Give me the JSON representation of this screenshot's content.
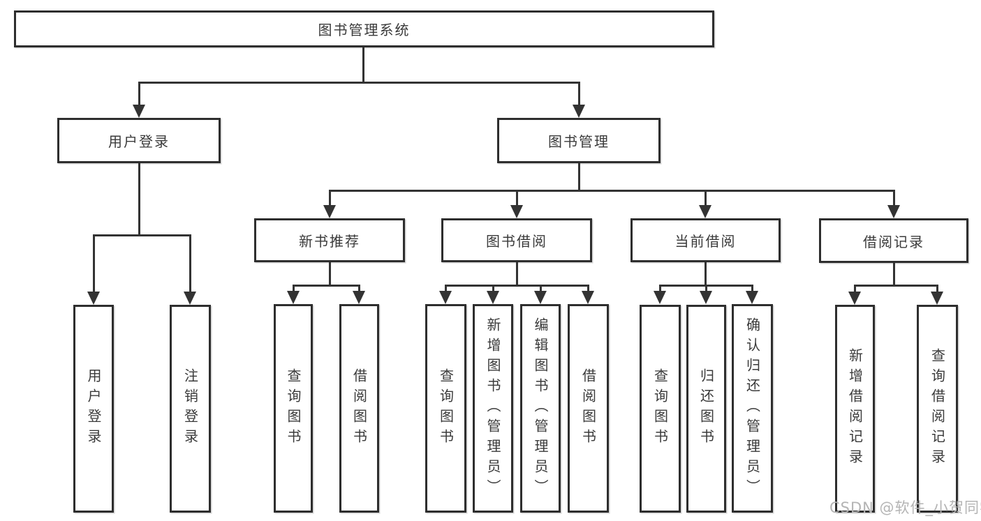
{
  "diagram": {
    "watermark": "CSDN @软件_小贺同学",
    "colors": {
      "background": "#ffffff",
      "box_border": "#2e2e2e",
      "line": "#333333",
      "text": "#3a3a3a",
      "watermark": "#b4b4b4"
    },
    "tree": {
      "label": "图书管理系统",
      "children": [
        {
          "label": "用户登录",
          "children": [
            {
              "label": "用户登录"
            },
            {
              "label": "注销登录"
            }
          ]
        },
        {
          "label": "图书管理",
          "children": [
            {
              "label": "新书推荐",
              "children": [
                {
                  "label": "查询图书"
                },
                {
                  "label": "借阅图书"
                }
              ]
            },
            {
              "label": "图书借阅",
              "children": [
                {
                  "label": "查询图书"
                },
                {
                  "label": "新增图书（管理员）"
                },
                {
                  "label": "编辑图书（管理员）"
                },
                {
                  "label": "借阅图书"
                }
              ]
            },
            {
              "label": "当前借阅",
              "children": [
                {
                  "label": "查询图书"
                },
                {
                  "label": "归还图书"
                },
                {
                  "label": "确认归还（管理员）"
                }
              ]
            },
            {
              "label": "借阅记录",
              "children": [
                {
                  "label": "新增借阅记录"
                },
                {
                  "label": "查询借阅记录"
                }
              ]
            }
          ]
        }
      ]
    }
  }
}
